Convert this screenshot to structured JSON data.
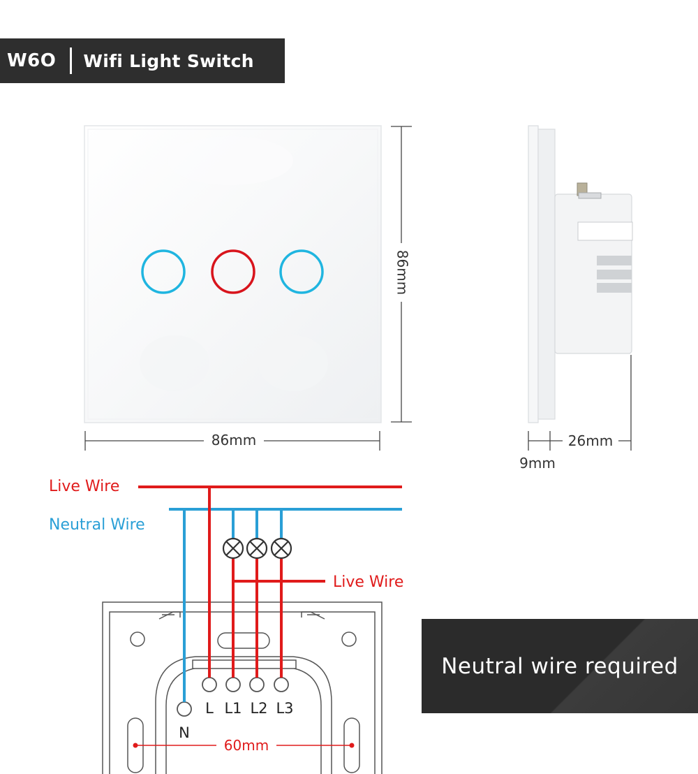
{
  "title": {
    "model": "W6O",
    "product": "Wifi Light Switch"
  },
  "dimensions": {
    "front_width": "86mm",
    "front_height": "86mm",
    "side_depth": "26mm",
    "glass_thickness": "9mm",
    "mounting_spacing": "60mm"
  },
  "wiring": {
    "live_top": "Live Wire",
    "neutral": "Neutral Wire",
    "live_out": "Live Wire",
    "terminals": [
      "N",
      "L",
      "L1",
      "L2",
      "L3"
    ]
  },
  "note": "Neutral wire required",
  "colors": {
    "live": "#e01b1b",
    "neutral": "#2a9fd6",
    "button_blue": "#1fb5e0",
    "button_red": "#d8141c",
    "banner": "#2e2e2e"
  }
}
